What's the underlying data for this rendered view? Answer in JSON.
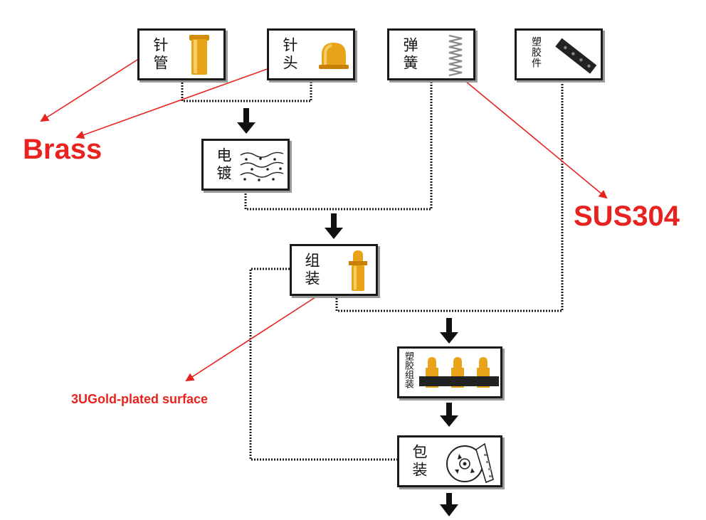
{
  "nodes": {
    "needle_tube": {
      "label": "针管",
      "icon": "needle-tube-icon"
    },
    "needle_head": {
      "label": "针头",
      "icon": "needle-head-icon"
    },
    "spring": {
      "label": "弹簧",
      "icon": "spring-icon"
    },
    "plastic_part": {
      "label": "塑胶件",
      "icon": "plastic-part-icon"
    },
    "plating": {
      "label": "电镀",
      "icon": "plating-bath-icon"
    },
    "assembly": {
      "label": "组装",
      "icon": "pogo-pin-icon"
    },
    "plastic_assembly": {
      "label": "塑胶组装",
      "icon": "pin-strip-icon"
    },
    "packaging": {
      "label": "包装",
      "icon": "tape-reel-icon"
    }
  },
  "annotations": {
    "brass": "Brass",
    "sus304": "SUS304",
    "gold": "3UGold-plated surface"
  },
  "colors": {
    "annotation": "#e8231f",
    "gold": "#e8a318",
    "line": "#1a1a1a"
  }
}
